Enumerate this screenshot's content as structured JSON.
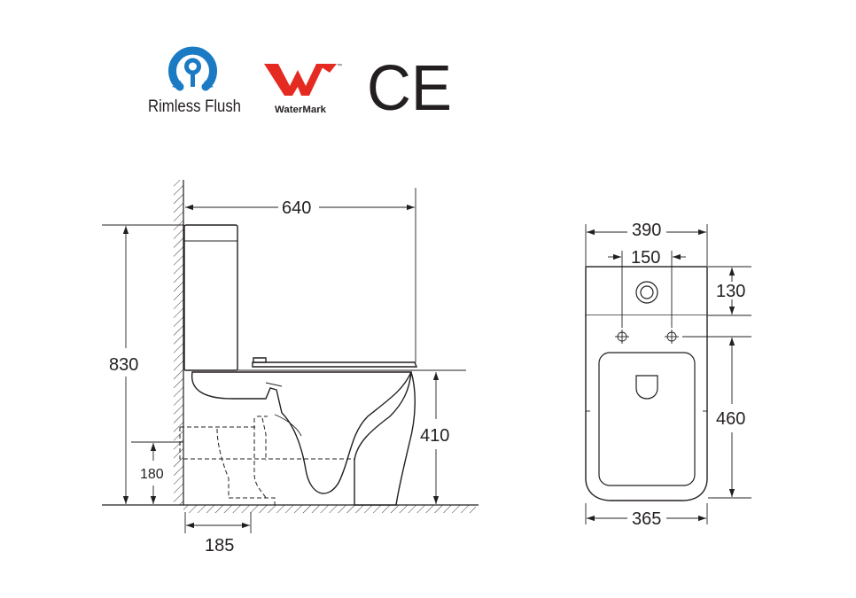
{
  "logos": {
    "rimless_label": "Rimless Flush",
    "watermark_label": "WaterMark",
    "watermark_tm": "™",
    "ce_label": "CE",
    "colors": {
      "rimless_blue": "#1a7bc4",
      "watermark_red": "#e52b21",
      "ink": "#231f20"
    }
  },
  "side_view": {
    "width_label": "640",
    "height_label": "830",
    "seat_height_label": "410",
    "outlet_height_label": "180",
    "outlet_offset_label": "185"
  },
  "top_view": {
    "top_width_label": "390",
    "hole_spacing_label": "150",
    "tank_depth_label": "130",
    "bowl_depth_label": "460",
    "base_width_label": "365"
  }
}
